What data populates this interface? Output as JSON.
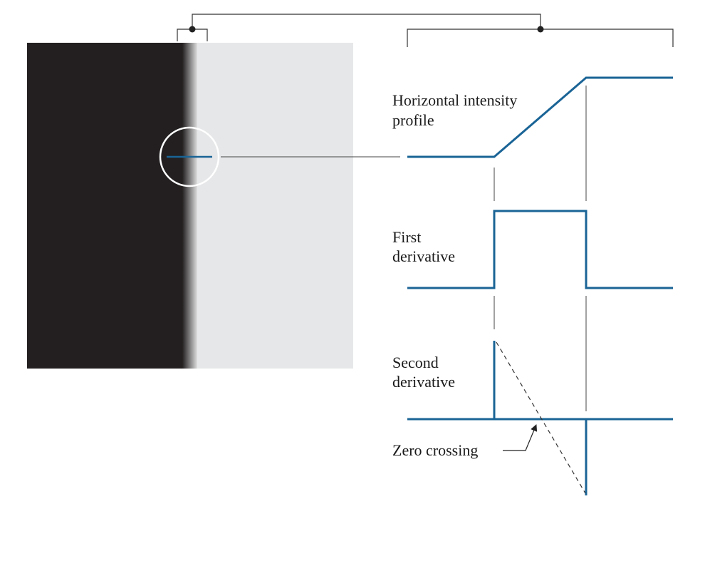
{
  "colors": {
    "dark_region": "#231f20",
    "light_region": "#e6e7e8",
    "profile_line": "#1a6496",
    "annotation_line": "#333333",
    "magnifier_ring": "#ffffff"
  },
  "labels": {
    "intensity_profile": [
      "Horizontal intensity",
      "profile"
    ],
    "first_derivative": [
      "First",
      "derivative"
    ],
    "second_derivative": [
      "Second",
      "derivative"
    ],
    "zero_crossing": "Zero crossing"
  },
  "icons": {
    "bracket_joint": "filled-dot",
    "zero_crossing_pointer": "arrow"
  }
}
